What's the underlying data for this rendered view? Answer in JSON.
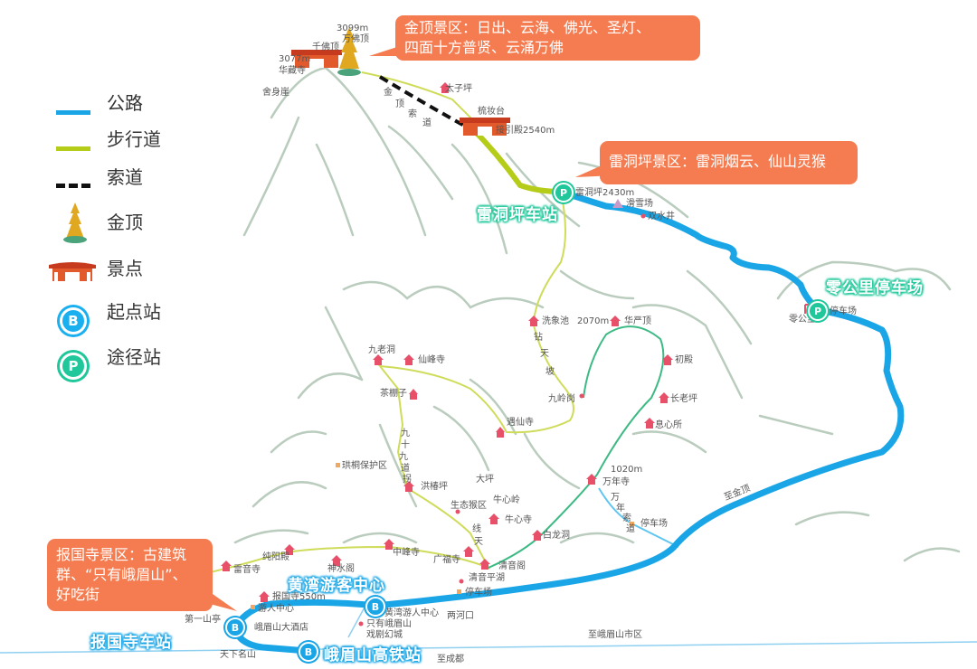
{
  "legend": {
    "road": "公路",
    "trail": "步行道",
    "cableway": "索道",
    "golden_summit": "金顶",
    "scenic_spot": "景点",
    "start_station": "起点站",
    "transit_station": "途径站"
  },
  "callouts": {
    "jinding": [
      "金顶景区：日出、云海、佛光、圣灯、",
      "四面十方普贤、云涌万佛"
    ],
    "leidongping": "雷洞坪景区：雷洞烟云、仙山灵猴",
    "baoguosi": [
      "报国寺景区：古建筑",
      "群、“只有峨眉山”、",
      "好吃街"
    ]
  },
  "stations": {
    "leidongping": "雷洞坪车站",
    "linggongli": "零公里停车场",
    "huangwan": "黄湾游客中心",
    "baoguosi": "报国寺车站",
    "gaotie": "峨眉山高铁站"
  },
  "places": [
    "3099m",
    "万佛顶",
    "千佛顶",
    "3077m",
    "华藏寺",
    "舍身崖",
    "太子坪",
    "梳妆台",
    "接引殿2540m",
    "雷洞坪2430m",
    "滑雪场",
    "双水井",
    "零公里",
    "停车场",
    "洗象池",
    "2070m",
    "华严顶",
    "九老洞",
    "仙峰寺",
    "初殿",
    "茶棚子",
    "九岭岗",
    "长老坪",
    "遇仙寺",
    "息心所",
    "珙桐保护区",
    "1020m",
    "万年寺",
    "大坪",
    "洪椿坪",
    "牛心岭",
    "生态猴区",
    "牛心寺",
    "停车场",
    "白龙洞",
    "纯阳殿",
    "中峰寺",
    "广福寺",
    "雷音寺",
    "神水阁",
    "清音阁",
    "清音平湖",
    "报国寺550m",
    "停车场",
    "游人中心",
    "黄湾游人中心",
    "两河口",
    "第一山亭",
    "峨眉山大酒店",
    "只有峨眉山",
    "戏剧幻城",
    "天下名山",
    "至峨眉山市区",
    "至成都",
    "至金顶"
  ],
  "vertical": {
    "jinding_cableway": [
      "金",
      "顶",
      "索",
      "道"
    ],
    "zuantianpo": [
      "钻",
      "天",
      "坡"
    ],
    "jiushijiu": [
      "九",
      "十",
      "九",
      "道",
      "拐"
    ],
    "wannian_cableway": [
      "万",
      "年",
      "索",
      "道"
    ],
    "yixiantian": [
      "线",
      "天"
    ]
  },
  "icons": {
    "bus": "B",
    "parking": "P"
  },
  "colors": {
    "road": "#1aa6e6",
    "trail": "#b5cc18",
    "trail_thin": "#cfdc5a",
    "trail_green": "#3dba84",
    "callout": "#f47c50",
    "station_green": "#1fc79a",
    "marker": "#e8506a",
    "mountain": "#b9ccbd"
  }
}
